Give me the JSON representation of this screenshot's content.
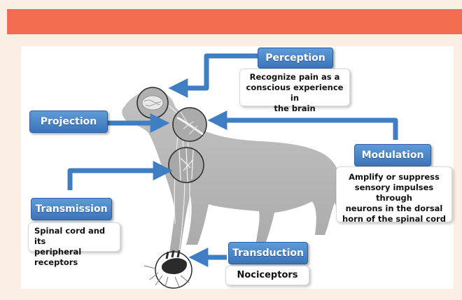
{
  "colors": {
    "header": "#f26d50",
    "background": "#fbeee4",
    "label_blue": "#4a86c8",
    "arrow_blue": "#3f7ec3",
    "dog_gray": "#b9b9b9"
  },
  "labels": {
    "perception": "Perception",
    "projection": "Projection",
    "modulation": "Modulation",
    "transmission": "Transmission",
    "transduction": "Transduction"
  },
  "descriptions": {
    "perception": [
      "Recognize pain as a",
      "conscious experience in",
      "the brain"
    ],
    "modulation": [
      "Amplify or suppress",
      "sensory impulses through",
      "neurons in the dorsal",
      "horn of the spinal cord"
    ],
    "transmission": [
      "Spinal cord and its",
      "peripheral receptors"
    ],
    "transduction": [
      "Nociceptors"
    ]
  },
  "icons": [
    "dog-silhouette",
    "brain-icon",
    "spinal-cord-icon",
    "nerve-icon",
    "paw-icon"
  ]
}
